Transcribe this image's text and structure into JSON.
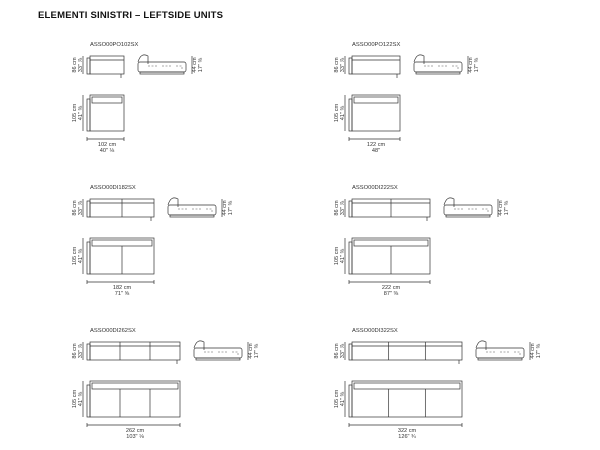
{
  "title": "ELEMENTI SINISTRI – LEFTSIDE UNITS",
  "units": [
    {
      "code": "ASSO00PO102SX",
      "seats": 1,
      "depth_cm": "86 cm",
      "depth_in": "33\" ⅞",
      "seat_depth_cm": "105 cm",
      "seat_depth_in": "41\" ⅜",
      "height_cm": "44 cm",
      "height_in": "17\" ⅜",
      "width_cm": "102 cm",
      "width_in": "40\" ⅛"
    },
    {
      "code": "ASSO00PO122SX",
      "seats": 1,
      "depth_cm": "86 cm",
      "depth_in": "33\" ⅞",
      "seat_depth_cm": "105 cm",
      "seat_depth_in": "41\" ⅜",
      "height_cm": "44 cm",
      "height_in": "17\" ⅜",
      "width_cm": "122 cm",
      "width_in": "48\""
    },
    {
      "code": "ASSO00DI182SX",
      "seats": 2,
      "depth_cm": "86 cm",
      "depth_in": "33\" ⅞",
      "seat_depth_cm": "105 cm",
      "seat_depth_in": "41\" ⅜",
      "height_cm": "44 cm",
      "height_in": "17\" ⅜",
      "width_cm": "182 cm",
      "width_in": "71\" ⅝"
    },
    {
      "code": "ASSO00DI222SX",
      "seats": 2,
      "depth_cm": "86 cm",
      "depth_in": "33\" ⅞",
      "seat_depth_cm": "105 cm",
      "seat_depth_in": "41\" ⅜",
      "height_cm": "44 cm",
      "height_in": "17\" ⅜",
      "width_cm": "222 cm",
      "width_in": "87\" ⅜"
    },
    {
      "code": "ASSO00DI262SX",
      "seats": 3,
      "depth_cm": "86 cm",
      "depth_in": "33\" ⅞",
      "seat_depth_cm": "105 cm",
      "seat_depth_in": "41\" ⅜",
      "height_cm": "44 cm",
      "height_in": "17\" ⅜",
      "width_cm": "262 cm",
      "width_in": "103\" ⅛"
    },
    {
      "code": "ASSO00DI322SX",
      "seats": 3,
      "depth_cm": "86 cm",
      "depth_in": "33\" ⅞",
      "seat_depth_cm": "105 cm",
      "seat_depth_in": "41\" ⅜",
      "height_cm": "44 cm",
      "height_in": "17\" ⅜",
      "width_cm": "322 cm",
      "width_in": "126\" ¾"
    }
  ]
}
